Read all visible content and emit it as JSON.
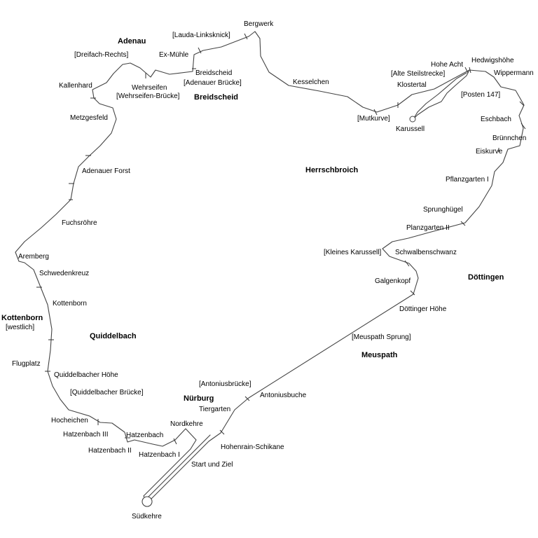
{
  "map": {
    "towns": {
      "adenau": "Adenau",
      "breidscheid": "Breidscheid",
      "herrschbroich": "Herrschbroich",
      "doettingen": "Döttingen",
      "meuspath": "Meuspath",
      "nuerburg": "Nürburg",
      "quiddelbach": "Quiddelbach",
      "kottenborn": "Kottenborn",
      "kottenborn_note": "[westlich]"
    },
    "sections": {
      "bergwerk": "Bergwerk",
      "lauda": "[Lauda-Linksknick]",
      "exmuehle": "Ex-Mühle",
      "dreifach": "[Dreifach-Rechts]",
      "breidscheid": "Breidscheid",
      "adenauer_bruecke": "[Adenauer Brücke]",
      "wehrseifen": "Wehrseifen",
      "wehrseifen_bruecke": "[Wehrseifen-Brücke]",
      "kallenhard": "Kallenhard",
      "metzgesfeld": "Metzgesfeld",
      "adenauer_forst": "Adenauer Forst",
      "fuchsroehre": "Fuchsröhre",
      "aremberg": "Aremberg",
      "schwedenkreuz": "Schwedenkreuz",
      "kottenborn": "Kottenborn",
      "flugplatz": "Flugplatz",
      "quiddelbacher_hoehe": "Quiddelbacher Höhe",
      "quiddelbacher_bruecke": "[Quiddelbacher Brücke]",
      "hocheichen": "Hocheichen",
      "hatzenbach_3": "Hatzenbach III",
      "hatzenbach": "Hatzenbach",
      "hatzenbach_2": "Hatzenbach II",
      "hatzenbach_1": "Hatzenbach I",
      "nordkehre": "Nordkehre",
      "tiergarten": "Tiergarten",
      "antoniusbruecke": "[Antoniusbrücke]",
      "antoniusbuche": "Antoniusbuche",
      "hohenrain": "Hohenrain-Schikane",
      "start_ziel": "Start und Ziel",
      "suedkehre": "Südkehre",
      "kesselchen": "Kesselchen",
      "mutkurve": "[Mutkurve]",
      "klostertal": "Klostertal",
      "alte_steilstrecke": "[Alte Steilstrecke]",
      "hohe_acht": "Hohe Acht",
      "hedwigshoehe": "Hedwigshöhe",
      "wippermann": "Wippermann",
      "posten_147": "[Posten 147]",
      "karussell": "Karussell",
      "eschbach": "Eschbach",
      "bruennchen": "Brünnchen",
      "eiskurve": "Eiskurve",
      "pflanzgarten_1": "Pflanzgarten I",
      "sprunghuegel": "Sprunghügel",
      "planzgarten_2": "Planzgarten II",
      "kleines_karussell": "[Kleines Karussell]",
      "schwalbenschwanz": "Schwalbenschwanz",
      "galgenkopf": "Galgenkopf",
      "doettinger_hoehe": "Döttinger Höhe",
      "meuspath_sprung": "[Meuspath Sprung]"
    }
  }
}
